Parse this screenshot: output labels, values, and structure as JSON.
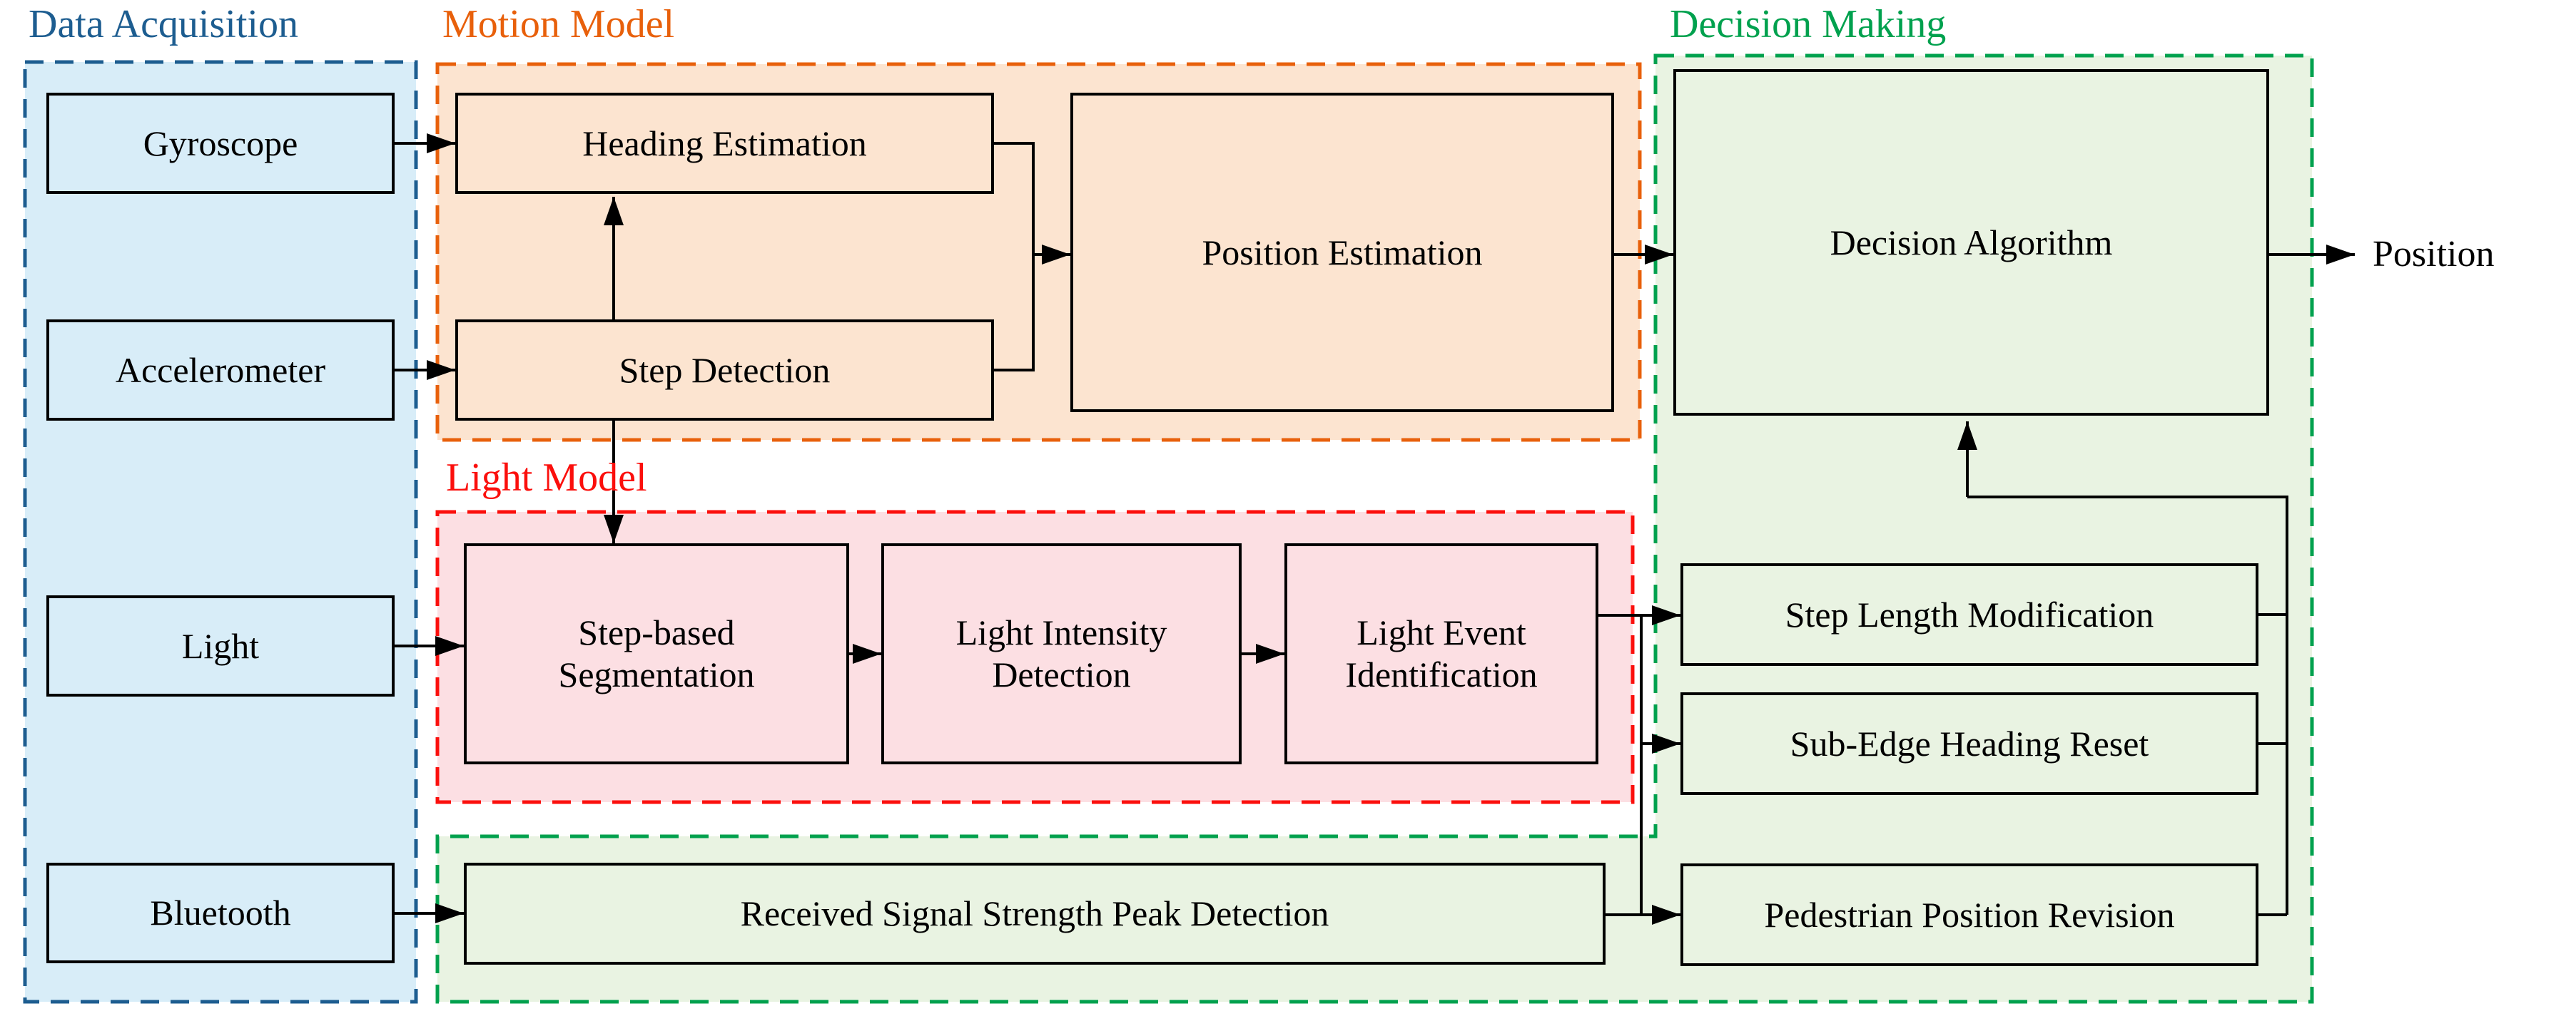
{
  "sections": {
    "data_acquisition": {
      "label": "Data Acquisition",
      "border_color": "#1d5d90",
      "fill_color": "#d8edf8"
    },
    "motion_model": {
      "label": "Motion Model",
      "border_color": "#e8600b",
      "fill_color": "#fce4d0"
    },
    "light_model": {
      "label": "Light Model",
      "border_color": "#fb0f0c",
      "fill_color": "#fcdfe3"
    },
    "decision_making": {
      "label": "Decision Making",
      "border_color": "#00a14e",
      "fill_color": "#e9f3e2"
    }
  },
  "nodes": {
    "gyroscope": "Gyroscope",
    "accelerometer": "Accelerometer",
    "light": "Light",
    "bluetooth": "Bluetooth",
    "heading_estimation": "Heading Estimation",
    "step_detection": "Step Detection",
    "position_estimation": "Position Estimation",
    "step_based_segmentation": "Step-based\nSegmentation",
    "light_intensity_detection": "Light Intensity\nDetection",
    "light_event_identification": "Light Event\nIdentification",
    "decision_algorithm": "Decision Algorithm",
    "step_length_modification": "Step Length Modification",
    "sub_edge_heading_reset": "Sub-Edge Heading Reset",
    "pedestrian_position_revision": "Pedestrian Position Revision",
    "received_signal_strength_peak_detection": "Received Signal Strength Peak Detection"
  },
  "output": {
    "position": "Position"
  },
  "connector_color": "#000000"
}
